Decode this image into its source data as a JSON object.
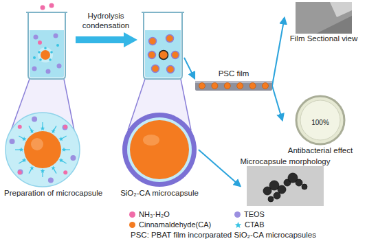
{
  "diagram": {
    "nodes": [
      {
        "text": [
          "Preparation of microcapsule"
        ]
      },
      {
        "text": [
          "SiO₂-CA microcapsule"
        ]
      },
      {
        "text": [
          "PSC film"
        ]
      },
      {
        "text": [
          "Film Sectional view"
        ]
      },
      {
        "text": [
          "100%",
          "Antibacterial effect"
        ]
      },
      {
        "text": [
          "Microcapsule morphology"
        ]
      }
    ],
    "edges": [
      {
        "from": 2,
        "to": 3,
        "arrow": "to"
      },
      {
        "from": 2,
        "to": 4,
        "arrow": "to"
      },
      {
        "from": 1,
        "to": 5,
        "arrow": "to"
      }
    ],
    "labels": [
      "Hydrolysis condensation",
      "PSC: PBAT film incorparated SiO₂-CA microcapsules"
    ],
    "legend": [
      {
        "text": "NH₃·H₂O",
        "color": "#f06ca8"
      },
      {
        "text": "Cinnamaldehyde(CA)",
        "color": "#f47b20"
      },
      {
        "text": "TEOS",
        "color": "#9b8fe0"
      },
      {
        "text": "CTAB"
      }
    ]
  }
}
